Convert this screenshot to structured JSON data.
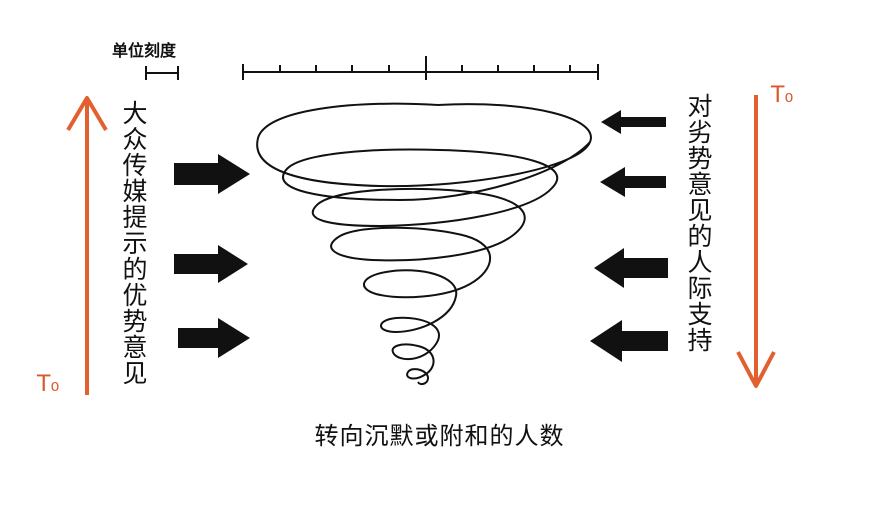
{
  "diagram": {
    "scale_label": "单位刻度",
    "left_text": "大众传媒提示的优势意见",
    "right_text": "对劣势意见的人际支持",
    "left_time_label": "T₀",
    "right_time_label": "T₀",
    "bottom_caption": "转向沉默或附和的人数",
    "colors": {
      "time_arrow": "#e2602f",
      "ink": "#111111"
    },
    "left_arrows": 3,
    "right_arrows": 4
  }
}
